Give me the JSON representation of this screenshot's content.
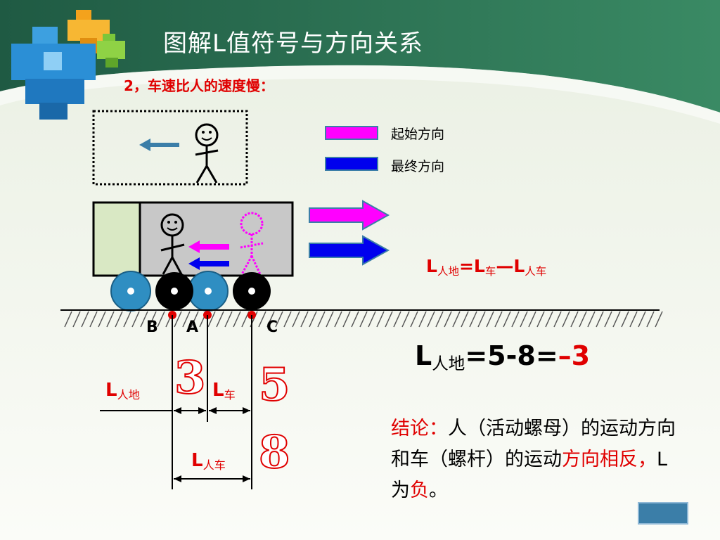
{
  "title": "图解L值符号与方向关系",
  "subtitle": "2，车速比人的速度慢：",
  "legend": {
    "start": "起始方向",
    "end": "最终方向",
    "start_color": "#ff00ff",
    "end_color": "#0000ee"
  },
  "points": {
    "b": "B",
    "a": "A",
    "c": "C"
  },
  "formula1": {
    "l": "L",
    "sub1": "人地",
    "eq": "=L",
    "sub2": "车",
    "minus": "—L",
    "sub3": "人车"
  },
  "formula2": {
    "l": "L",
    "sub": "人地",
    "expr": "=5-8=",
    "result": "–3"
  },
  "labels": {
    "l_rendi": {
      "l": "L",
      "sub": "人地"
    },
    "l_che": {
      "l": "L",
      "sub": "车"
    },
    "l_renche": {
      "l": "L",
      "sub": "人车"
    }
  },
  "numbers": {
    "n3": "3",
    "n5": "5",
    "n8": "8"
  },
  "conclusion": {
    "head": "结论：",
    "body1": "人（活动螺母）的运动方向和车（螺杆）的运动",
    "red1": "方向相反，",
    "l": "L",
    "mid": "为",
    "red2": "负",
    "tail": "。"
  }
}
